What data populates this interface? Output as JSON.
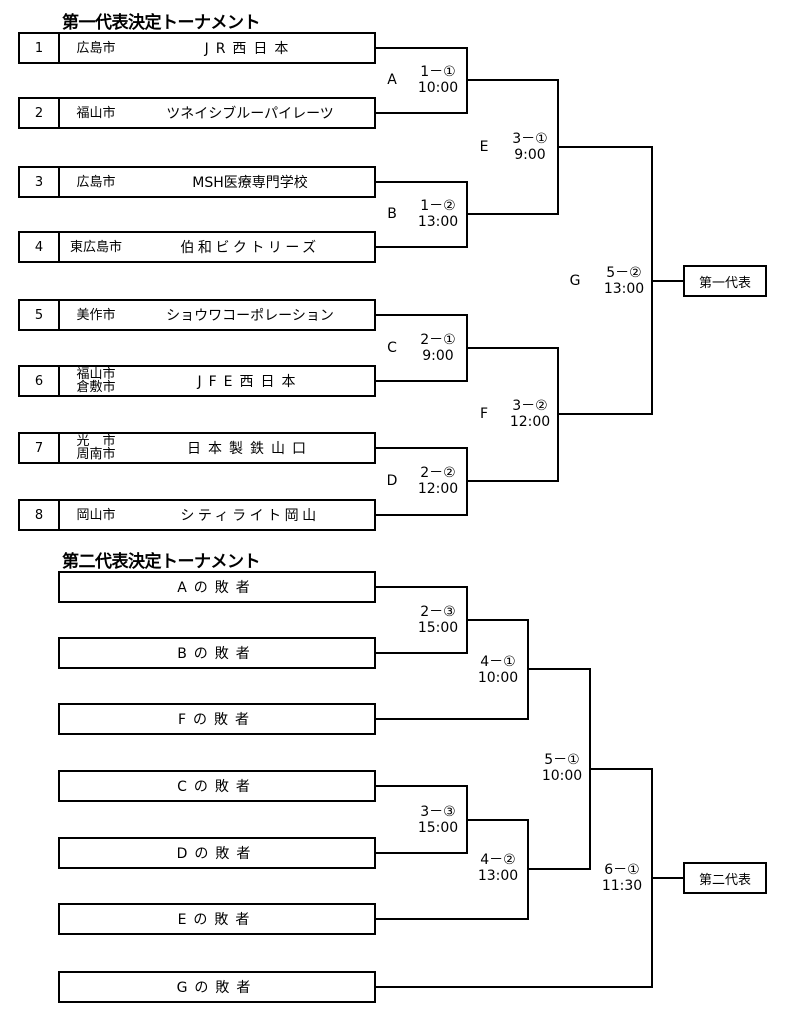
{
  "section1": {
    "title": "第一代表決定トーナメント",
    "teams": [
      {
        "no": "1",
        "city": "広島市",
        "name": "JR西日本"
      },
      {
        "no": "2",
        "city": "福山市",
        "name": "ツネイシブルーパイレーツ"
      },
      {
        "no": "3",
        "city": "広島市",
        "name": "MSH医療専門学校"
      },
      {
        "no": "4",
        "city": "東広島市",
        "name": "伯和ビクトリーズ"
      },
      {
        "no": "5",
        "city": "美作市",
        "name": "ショウワコーポレーション"
      },
      {
        "no": "6",
        "city": "福山市\n倉敷市",
        "name": "JFE西日本"
      },
      {
        "no": "7",
        "city": "光　市\n周南市",
        "name": "日本製鉄山口"
      },
      {
        "no": "8",
        "city": "岡山市",
        "name": "シティライト岡山"
      }
    ],
    "matches": [
      {
        "label": "A",
        "game": "1－①",
        "time": "10:00"
      },
      {
        "label": "B",
        "game": "1－②",
        "time": "13:00"
      },
      {
        "label": "C",
        "game": "2－①",
        "time": "9:00"
      },
      {
        "label": "D",
        "game": "2－②",
        "time": "12:00"
      },
      {
        "label": "E",
        "game": "3－①",
        "time": "9:00"
      },
      {
        "label": "F",
        "game": "3－②",
        "time": "12:00"
      },
      {
        "label": "G",
        "game": "5－②",
        "time": "13:00"
      }
    ],
    "winner": "第一代表"
  },
  "section2": {
    "title": "第二代表決定トーナメント",
    "entries": [
      "Aの敗者",
      "Bの敗者",
      "Fの敗者",
      "Cの敗者",
      "Dの敗者",
      "Eの敗者",
      "Gの敗者"
    ],
    "matches": [
      {
        "game": "2－③",
        "time": "15:00"
      },
      {
        "game": "4－①",
        "time": "10:00"
      },
      {
        "game": "5－①",
        "time": "10:00"
      },
      {
        "game": "3－③",
        "time": "15:00"
      },
      {
        "game": "4－②",
        "time": "13:00"
      },
      {
        "game": "6－①",
        "time": "11:30"
      }
    ],
    "winner": "第二代表"
  }
}
